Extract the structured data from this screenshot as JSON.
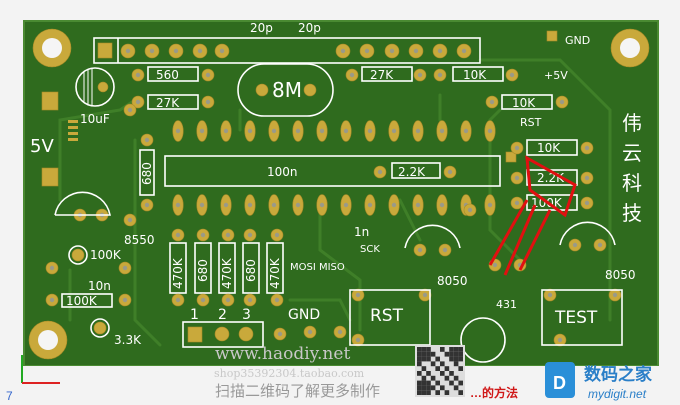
{
  "board": {
    "colors": {
      "board": "#2f6b1e",
      "pad": "#c9a93b",
      "silkscreen": "#ffffff",
      "annotation": "#e01010"
    },
    "labels": {
      "cap_20p_1": "20p",
      "cap_20p_2": "20p",
      "gnd": "GND",
      "r560": "560",
      "r27k_1": "27K",
      "crystal": "8M",
      "r27k_2": "27K",
      "r10k_1": "10K",
      "plus5v": "+5V",
      "r10k_2": "10K",
      "rst_pad": "RST",
      "r10k_3": "10K",
      "r2_2k_right": "2.2K",
      "r100k_right": "100K",
      "cap10uf": "10uF",
      "power5v": "5V",
      "r680_left": "680",
      "cap100n": "100n",
      "r2_2k": "2.2K",
      "q8550": "8550",
      "r100k_1": "100K",
      "cap10n": "10n",
      "r100k_2": "100K",
      "r470k_1": "470K",
      "r680_1": "680",
      "r470k_2": "470K",
      "r680_2": "680",
      "r470k_3": "470K",
      "mosi_miso": "MOSI MISO",
      "cap1n": "1n",
      "sck": "SCK",
      "q8050_1": "8050",
      "q8050_2": "8050",
      "u431": "431",
      "rst_button": "RST",
      "test_button": "TEST",
      "r3_3k": "3.3K",
      "pin1": "1",
      "pin2": "2",
      "pin3": "3",
      "gnd2": "GND",
      "brand_chars": [
        "伟",
        "云",
        "科",
        "技"
      ]
    }
  },
  "watermark": {
    "site": "www.haodiy.net",
    "shop": "shop35392304.taobao.com",
    "scan_text": "扫描二维码了解更多制作",
    "red_text": "…的方法",
    "logo_cn": "数码之家",
    "logo_en": "mydigit.net"
  },
  "axis_indicator": {
    "label": "7"
  }
}
